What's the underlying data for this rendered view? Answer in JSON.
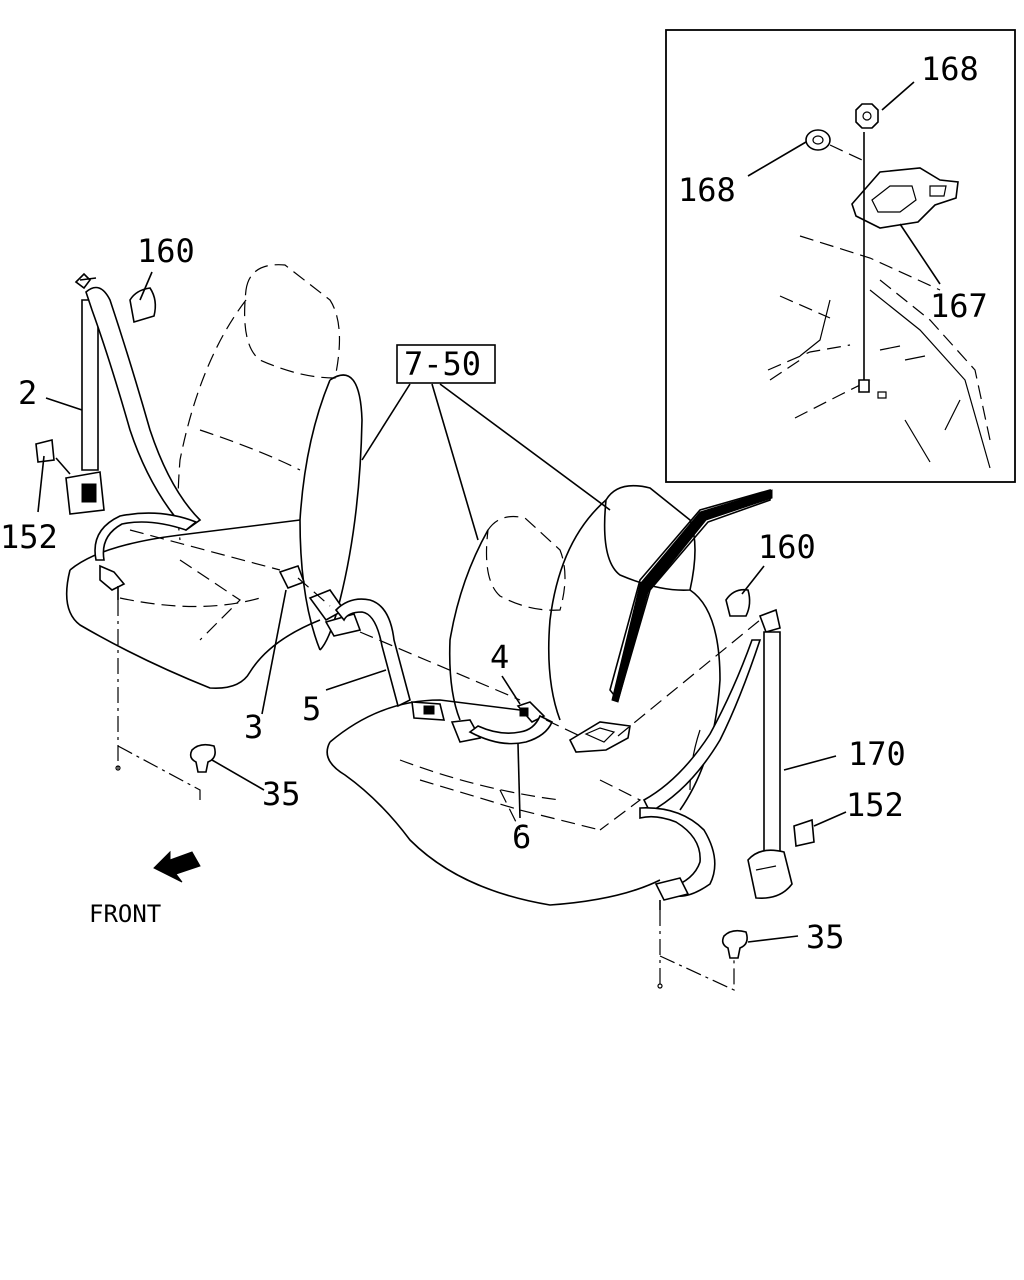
{
  "callouts": {
    "c160_left": "160",
    "c2": "2",
    "c152_left": "152",
    "c7_50": "7-50",
    "c3": "3",
    "c5": "5",
    "c4": "4",
    "c35_left": "35",
    "c6": "6",
    "c160_right": "160",
    "c170": "170",
    "c152_right": "152",
    "c35_right": "35",
    "c168_top": "168",
    "c168_left": "168",
    "c167": "167"
  },
  "front_label": "FRONT"
}
